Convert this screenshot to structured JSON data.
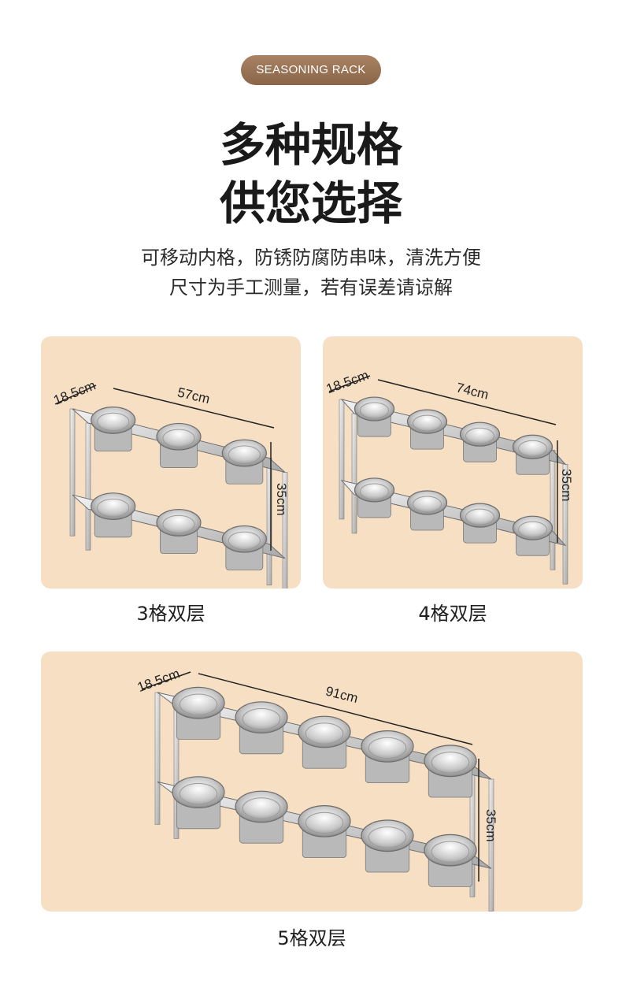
{
  "badge": "SEASONING RACK",
  "title": {
    "line1": "多种规格",
    "line2": "供您选择"
  },
  "subtitle": {
    "line1": "可移动内格，防锈防腐防串味，清洗方便",
    "line2": "尺寸为手工测量，若有误差请谅解"
  },
  "products": [
    {
      "caption": "3格双层",
      "depth": "18.5cm",
      "width": "57cm",
      "height": "35cm",
      "slots": 3
    },
    {
      "caption": "4格双层",
      "depth": "18.5cm",
      "width": "74cm",
      "height": "35cm",
      "slots": 4
    },
    {
      "caption": "5格双层",
      "depth": "18.5cm",
      "width": "91cm",
      "height": "35cm",
      "slots": 5
    }
  ],
  "colors": {
    "badge": "#9a7455",
    "panel": "#f6dfc3"
  }
}
